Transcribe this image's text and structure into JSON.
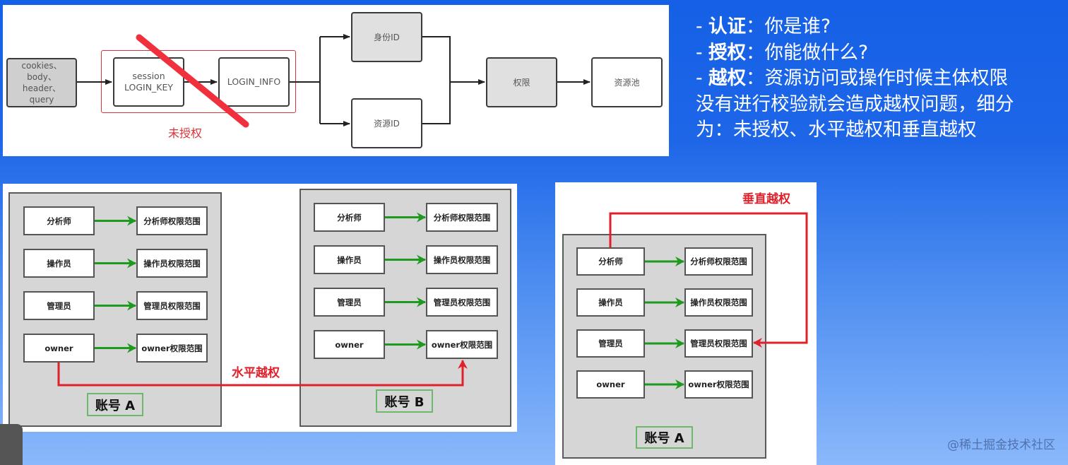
{
  "top_diagram": {
    "input_lines": [
      "cookies、",
      "body、",
      "header、",
      "query"
    ],
    "session_lines": [
      "session",
      "LOGIN_KEY"
    ],
    "login_info": "LOGIN_INFO",
    "identity_id": "身份ID",
    "resource_id": "资源ID",
    "permission": "权限",
    "resource_pool": "资源池",
    "unauthorized_label": "未授权"
  },
  "explanation": {
    "lines": [
      {
        "prefix": "- ",
        "term": "认证",
        "text": "：你是谁?"
      },
      {
        "prefix": "- ",
        "term": "授权",
        "text": "：你能做什么?"
      },
      {
        "prefix": "- ",
        "term": "越权",
        "text": "：资源访问或操作时候主体权限"
      }
    ],
    "continuation": [
      "没有进行校验就会造成越权问题，细分",
      "为：未授权、水平越权和垂直越权"
    ]
  },
  "horizontal": {
    "label": "水平越权",
    "account_a": {
      "label": "账号 A",
      "roles": [
        "分析师",
        "操作员",
        "管理员",
        "owner"
      ],
      "scopes": [
        "分析师权限范围",
        "操作员权限范围",
        "管理员权限范围",
        "owner权限范围"
      ]
    },
    "account_b": {
      "label": "账号 B",
      "roles": [
        "分析师",
        "操作员",
        "管理员",
        "owner"
      ],
      "scopes": [
        "分析师权限范围",
        "操作员权限范围",
        "管理员权限范围",
        "owner权限范围"
      ]
    }
  },
  "vertical": {
    "label": "垂直越权",
    "account": {
      "label": "账号 A",
      "roles": [
        "分析师",
        "操作员",
        "管理员",
        "owner"
      ],
      "scopes": [
        "分析师权限范围",
        "操作员权限范围",
        "管理员权限范围",
        "owner权限范围"
      ]
    }
  },
  "watermark": "@稀土掘金技术社区",
  "colors": {
    "background_top": "#1560e6",
    "background_bottom": "#8ab8fb",
    "red": "#e0202a",
    "green": "#1e9a1e",
    "account_box": "#d6d6d6"
  }
}
